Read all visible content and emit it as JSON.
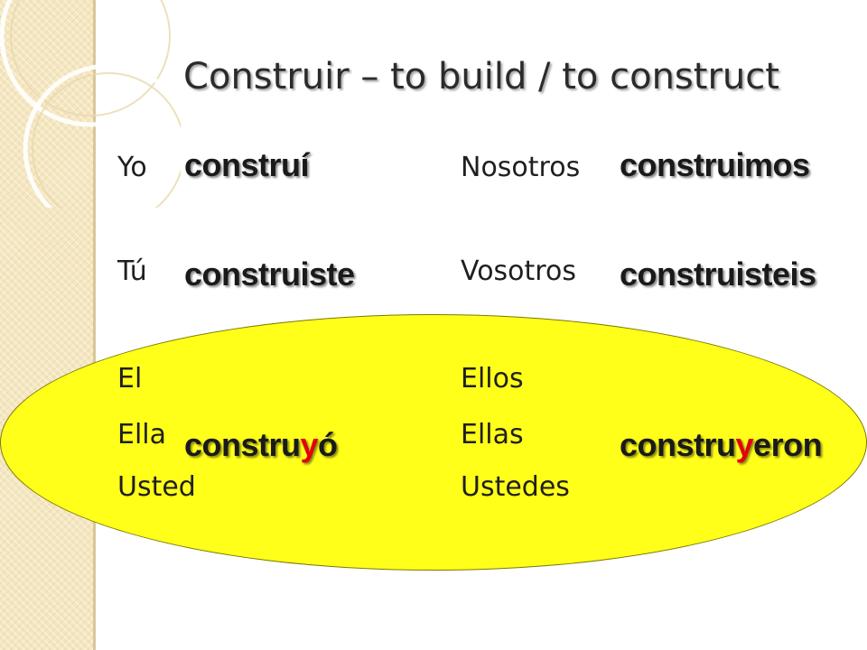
{
  "title": "Construir – to build / to construct",
  "pronouns": {
    "yo": "Yo",
    "tu": "Tú",
    "el": "El",
    "ella": "Ella",
    "usted": "Usted",
    "nosotros": "Nosotros",
    "vosotros": "Vosotros",
    "ellos": "Ellos",
    "ellas": "Ellas",
    "ustedes": "Ustedes"
  },
  "conjugations": {
    "yo": "construí",
    "tu": "construiste",
    "nosotros": "construimos",
    "vosotros": "construisteis",
    "el_ella_usted": {
      "prefix": "constru",
      "highlight": "y",
      "suffix": "ó"
    },
    "ellos_ellas_ustedes": {
      "prefix": "constru",
      "highlight": "y",
      "suffix": "eron"
    }
  },
  "colors": {
    "highlight_ellipse": "#ffff1a",
    "highlight_letter": "#e3000f",
    "side_strip": "#f4e6bf"
  }
}
